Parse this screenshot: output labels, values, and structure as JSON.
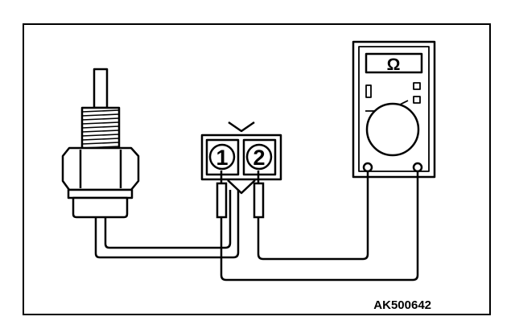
{
  "connector": {
    "pin1_label": "1",
    "pin2_label": "2"
  },
  "meter": {
    "display_symbol": "Ω"
  },
  "figure": {
    "id_label": "AK500642"
  },
  "colors": {
    "line": "#000000",
    "background": "#ffffff"
  },
  "icons": {
    "sensor": "threaded-temperature-sensor",
    "connector": "two-pin-connector",
    "meter": "ohmmeter"
  }
}
